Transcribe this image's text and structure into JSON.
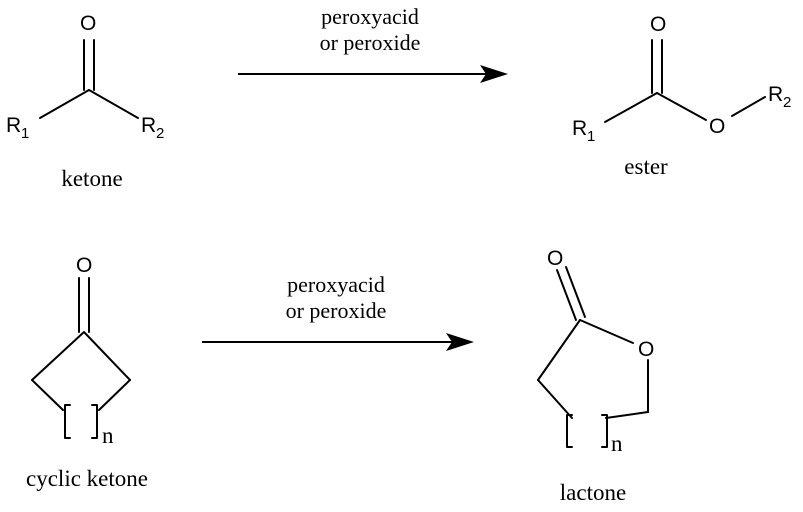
{
  "reaction1": {
    "reactant": {
      "atoms": {
        "o": "O",
        "r1": "R",
        "r1_sub": "1",
        "r2": "R",
        "r2_sub": "2"
      },
      "caption": "ketone"
    },
    "conditions": {
      "line1": "peroxyacid",
      "line2": "or peroxide"
    },
    "product": {
      "atoms": {
        "o_carbonyl": "O",
        "o_ester": "O",
        "r1": "R",
        "r1_sub": "1",
        "r2": "R",
        "r2_sub": "2"
      },
      "caption": "ester"
    }
  },
  "reaction2": {
    "reactant": {
      "atoms": {
        "o": "O",
        "n": "n"
      },
      "caption": "cyclic ketone"
    },
    "conditions": {
      "line1": "peroxyacid",
      "line2": "or peroxide"
    },
    "product": {
      "atoms": {
        "o_carbonyl": "O",
        "o_ring": "O",
        "n": "n"
      },
      "caption": "lactone"
    }
  }
}
